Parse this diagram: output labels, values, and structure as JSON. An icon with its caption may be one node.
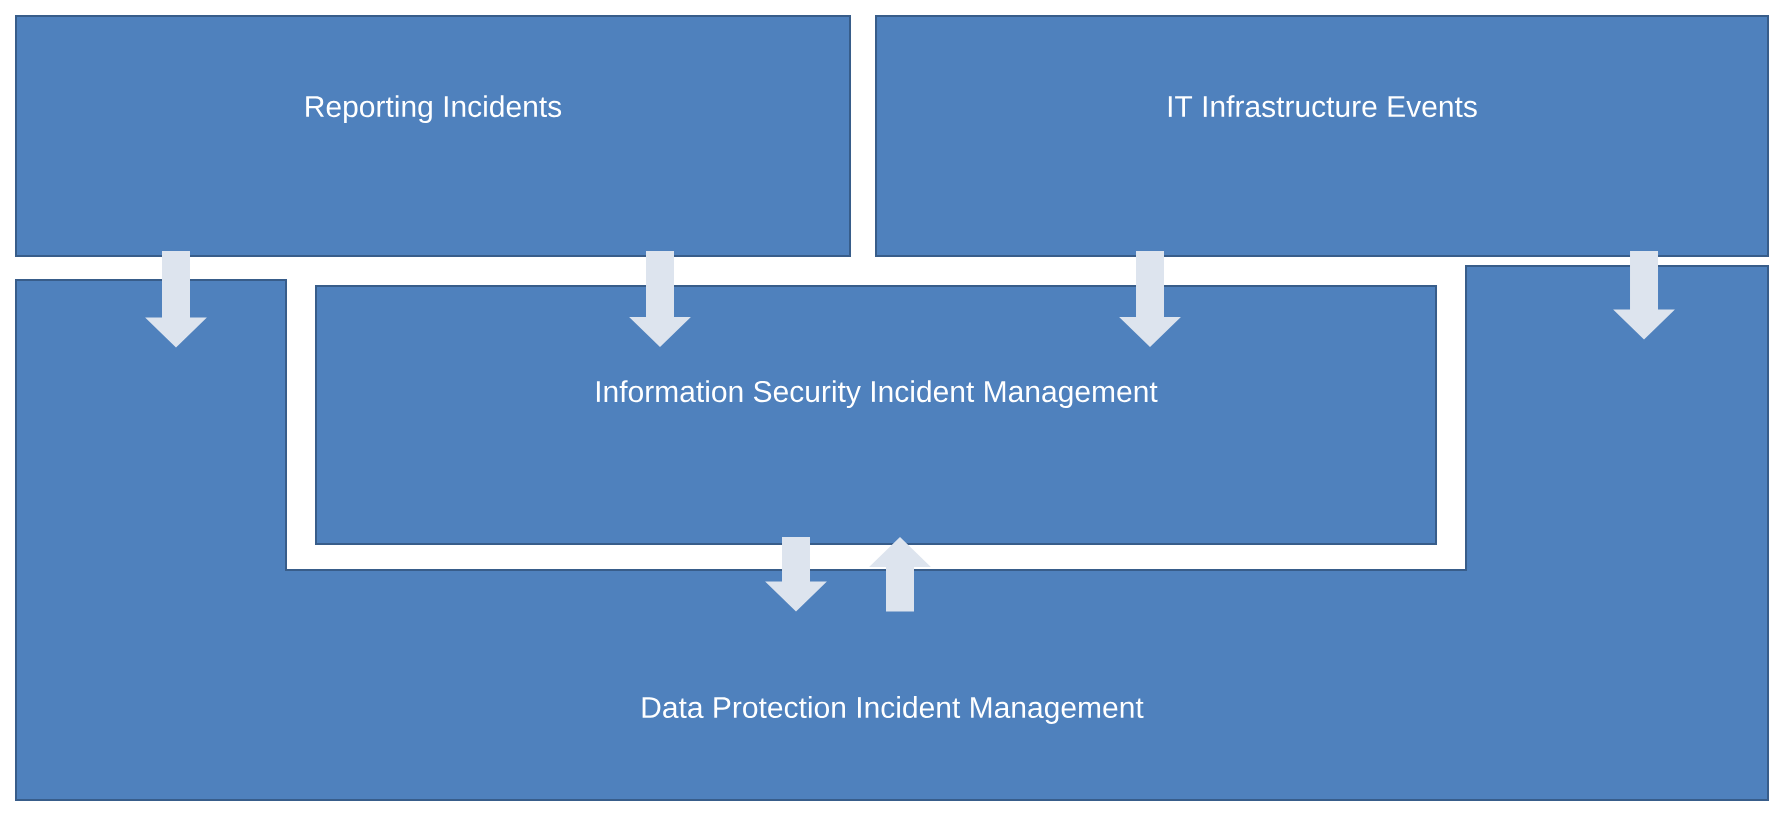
{
  "diagram": {
    "nodes": [
      {
        "text": [
          "Reporting Incidents"
        ]
      },
      {
        "text": [
          "IT Infrastructure Events"
        ]
      },
      {
        "text": [
          "Information Security Incident Management"
        ]
      },
      {
        "text": [
          "Data Protection Incident Management"
        ]
      }
    ],
    "edges": [
      {
        "from": 0,
        "to": 3,
        "arrow": "to"
      },
      {
        "from": 0,
        "to": 2,
        "arrow": "to"
      },
      {
        "from": 1,
        "to": 2,
        "arrow": "to"
      },
      {
        "from": 1,
        "to": 3,
        "arrow": "to"
      },
      {
        "from": 2,
        "to": 3,
        "arrow": "to"
      },
      {
        "from": 3,
        "to": 2,
        "arrow": "to"
      }
    ]
  }
}
